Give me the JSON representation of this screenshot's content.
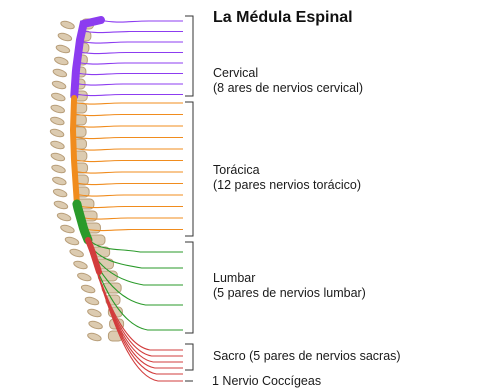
{
  "title": "La Médula Espinal",
  "sections": [
    {
      "key": "cervical",
      "name": "Cervical",
      "detail": "(8 ares de nervios cervical)",
      "color": "#8c3cf0"
    },
    {
      "key": "thoracic",
      "name": "Torácica",
      "detail": "(12 pares nervios torácico)",
      "color": "#f08c1e"
    },
    {
      "key": "lumbar",
      "name": "Lumbar",
      "detail": "(5 pares de nervios lumbar)",
      "color": "#2a9a2a"
    },
    {
      "key": "sacral",
      "text": "Sacro (5 pares de nervios sacras)",
      "color": "#d23c3c"
    },
    {
      "key": "coccygeal",
      "text": "1 Nervio Coccígeas",
      "color": "#d23c3c"
    }
  ],
  "colors": {
    "vertebra_fill": "#dccbb0",
    "vertebra_stroke": "#b79d78",
    "bracket": "#333333"
  }
}
